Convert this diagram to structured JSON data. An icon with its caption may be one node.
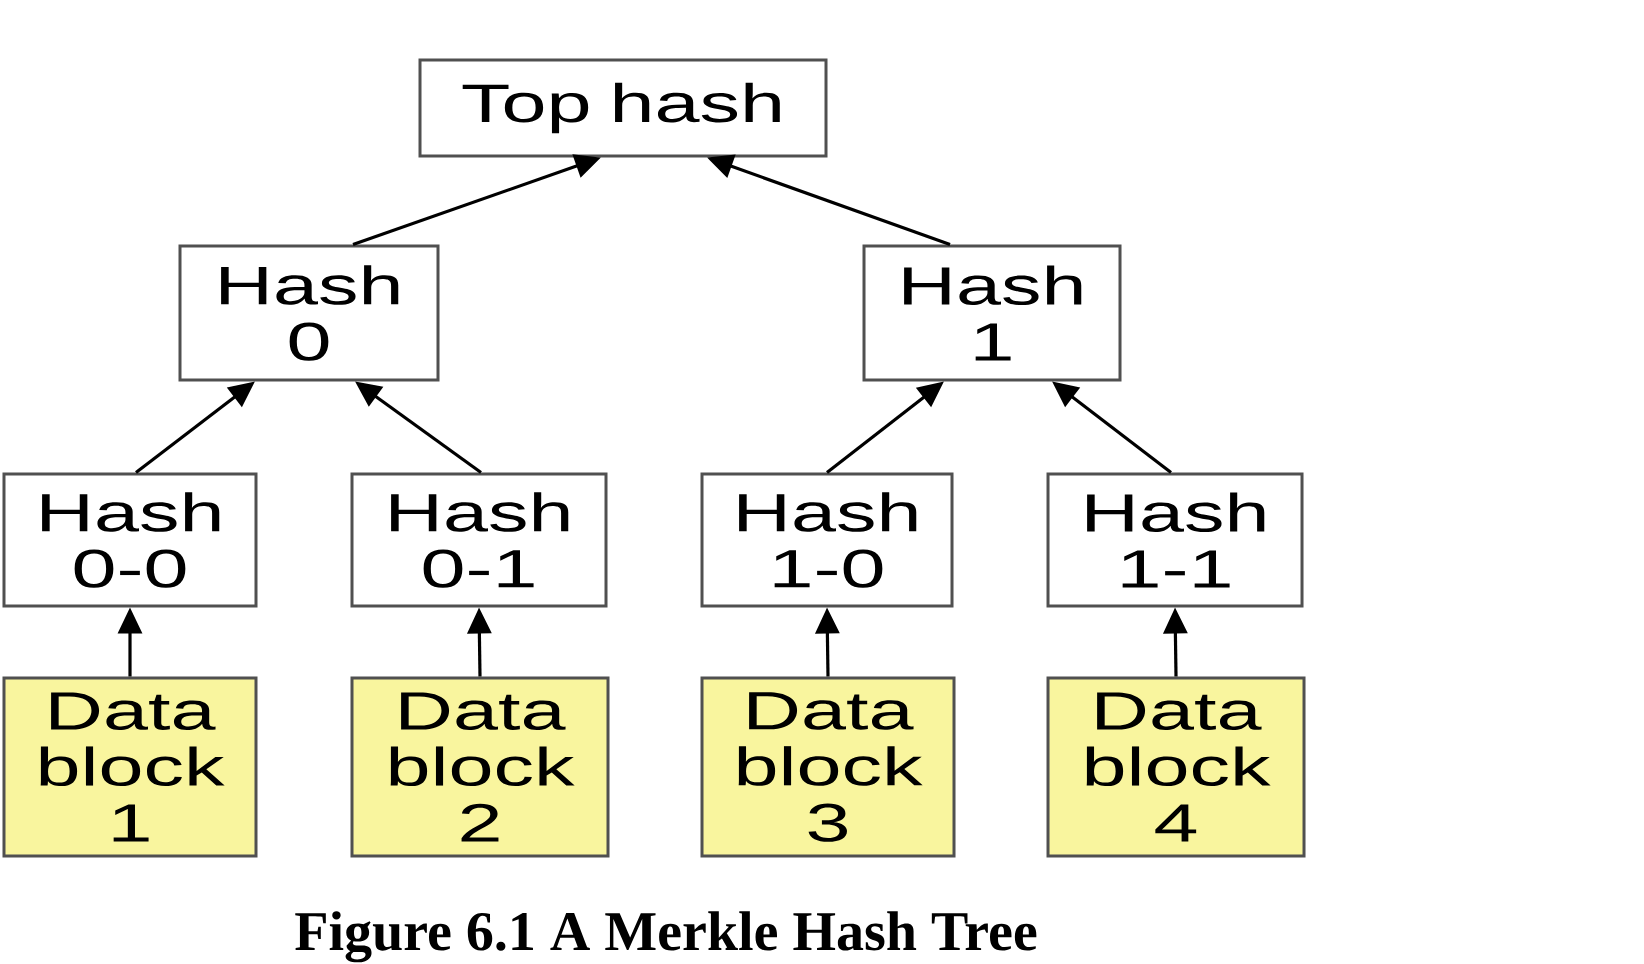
{
  "diagram": {
    "caption": "Figure 6.1 A Merkle Hash Tree",
    "nodes": [
      {
        "text": [
          "Top hash"
        ]
      },
      {
        "text": [
          "Hash 0"
        ]
      },
      {
        "text": [
          "Hash 1"
        ]
      },
      {
        "text": [
          "Hash 0-0"
        ]
      },
      {
        "text": [
          "Hash 0-1"
        ]
      },
      {
        "text": [
          "Hash 1-0"
        ]
      },
      {
        "text": [
          "Hash 1-1"
        ]
      },
      {
        "text": [
          "Data block 1"
        ]
      },
      {
        "text": [
          "Data block 2"
        ]
      },
      {
        "text": [
          "Data block 3"
        ]
      },
      {
        "text": [
          "Data block 4"
        ]
      }
    ],
    "edges": [
      {
        "from": 1,
        "to": 0,
        "arrow": "to"
      },
      {
        "from": 2,
        "to": 0,
        "arrow": "to"
      },
      {
        "from": 3,
        "to": 1,
        "arrow": "to"
      },
      {
        "from": 4,
        "to": 1,
        "arrow": "to"
      },
      {
        "from": 5,
        "to": 2,
        "arrow": "to"
      },
      {
        "from": 6,
        "to": 2,
        "arrow": "to"
      },
      {
        "from": 7,
        "to": 3,
        "arrow": "to"
      },
      {
        "from": 8,
        "to": 4,
        "arrow": "to"
      },
      {
        "from": 9,
        "to": 5,
        "arrow": "to"
      },
      {
        "from": 10,
        "to": 6,
        "arrow": "to"
      }
    ]
  }
}
